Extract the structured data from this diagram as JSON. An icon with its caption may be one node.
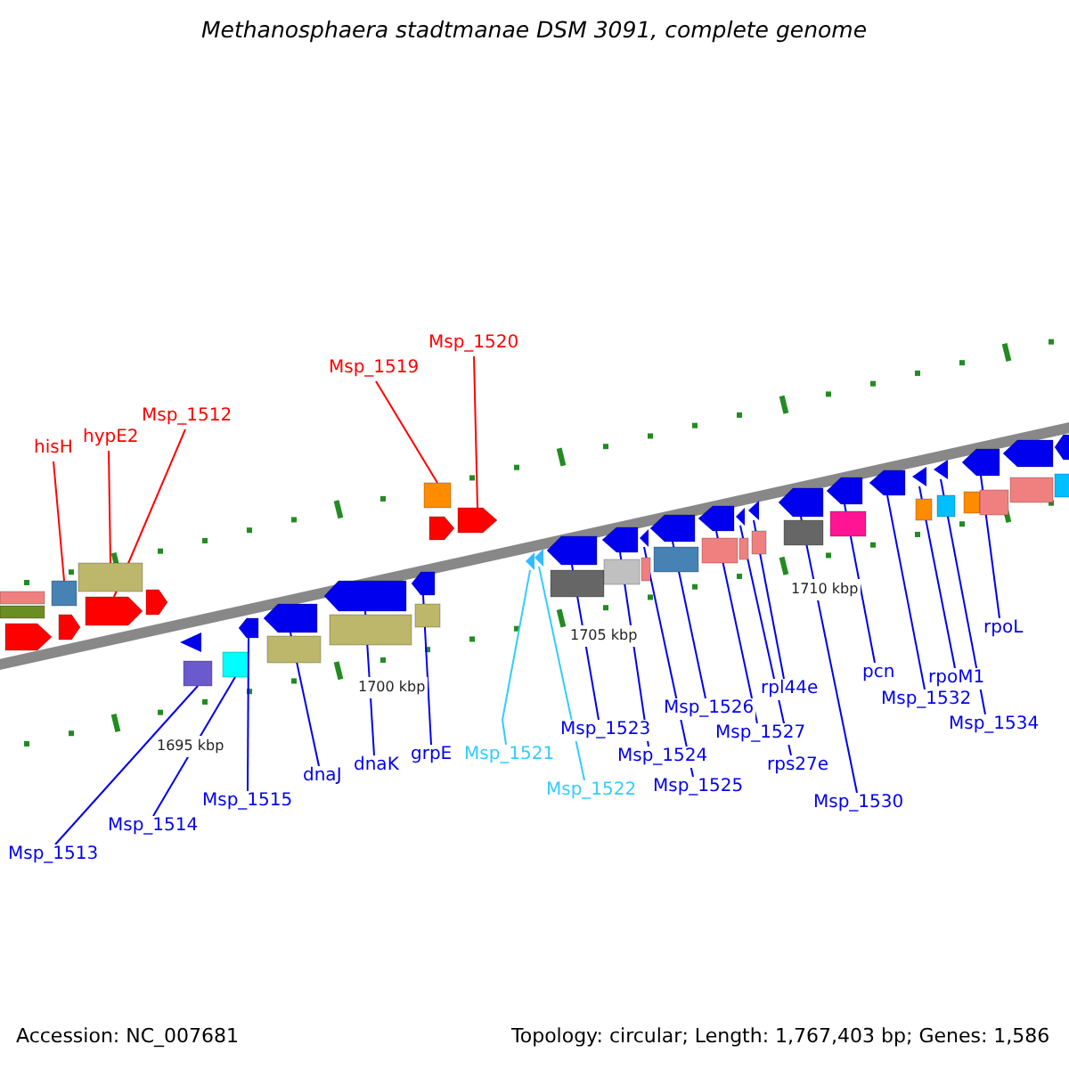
{
  "diagram": {
    "title": "Methanosphaera stadtmanae DSM 3091, complete genome",
    "nodes": [
      {
        "text": [
          "hisH"
        ]
      },
      {
        "text": [
          "hypE2"
        ]
      },
      {
        "text": [
          "Msp_1512"
        ]
      },
      {
        "text": [
          "Msp_1519"
        ]
      },
      {
        "text": [
          "Msp_1520"
        ]
      },
      {
        "text": [
          "Msp_1513"
        ]
      },
      {
        "text": [
          "Msp_1514"
        ]
      },
      {
        "text": [
          "Msp_1515"
        ]
      },
      {
        "text": [
          "dnaJ"
        ]
      },
      {
        "text": [
          "dnaK"
        ]
      },
      {
        "text": [
          "grpE"
        ]
      },
      {
        "text": [
          "Msp_1521"
        ]
      },
      {
        "text": [
          "Msp_1522"
        ]
      },
      {
        "text": [
          "Msp_1523"
        ]
      },
      {
        "text": [
          "Msp_1524"
        ]
      },
      {
        "text": [
          "Msp_1525"
        ]
      },
      {
        "text": [
          "Msp_1526"
        ]
      },
      {
        "text": [
          "Msp_1527"
        ]
      },
      {
        "text": [
          "rps27e"
        ]
      },
      {
        "text": [
          "rpl44e"
        ]
      },
      {
        "text": [
          "Msp_1530"
        ]
      },
      {
        "text": [
          "pcn"
        ]
      },
      {
        "text": [
          "Msp_1532"
        ]
      },
      {
        "text": [
          "rpoM1"
        ]
      },
      {
        "text": [
          "Msp_1534"
        ]
      },
      {
        "text": [
          "rpoL"
        ]
      },
      {
        "text": [],
        "shape": "box"
      },
      {
        "text": [],
        "shape": "box"
      },
      {
        "text": [],
        "shape": "arrow"
      },
      {
        "text": [],
        "shape": "box"
      },
      {
        "text": [],
        "shape": "arrow"
      },
      {
        "text": [],
        "shape": "box"
      },
      {
        "text": [],
        "shape": "arrow"
      },
      {
        "text": [],
        "shape": "arrow"
      },
      {
        "text": [],
        "shape": "triangle"
      },
      {
        "text": [],
        "shape": "box"
      },
      {
        "text": [],
        "shape": "box"
      },
      {
        "text": [],
        "shape": "arrow"
      },
      {
        "text": [],
        "shape": "arrow"
      },
      {
        "text": [],
        "shape": "box"
      },
      {
        "text": [],
        "shape": "arrow"
      },
      {
        "text": [],
        "shape": "box"
      },
      {
        "text": [],
        "shape": "arrow"
      },
      {
        "text": [],
        "shape": "box"
      },
      {
        "text": [],
        "shape": "box"
      },
      {
        "text": [],
        "shape": "arrow"
      },
      {
        "text": [],
        "shape": "arrow"
      },
      {
        "text": [],
        "shape": "triangle"
      },
      {
        "text": [],
        "shape": "triangle"
      },
      {
        "text": [],
        "shape": "arrow"
      },
      {
        "text": [],
        "shape": "box"
      },
      {
        "text": [],
        "shape": "arrow"
      },
      {
        "text": [],
        "shape": "box"
      },
      {
        "text": [],
        "shape": "triangle"
      },
      {
        "text": [],
        "shape": "box"
      },
      {
        "text": [],
        "shape": "arrow"
      },
      {
        "text": [],
        "shape": "box"
      },
      {
        "text": [],
        "shape": "arrow"
      },
      {
        "text": [],
        "shape": "box"
      },
      {
        "text": [],
        "shape": "triangle"
      },
      {
        "text": [],
        "shape": "box"
      },
      {
        "text": [],
        "shape": "triangle"
      },
      {
        "text": [],
        "shape": "box"
      },
      {
        "text": [],
        "shape": "arrow"
      },
      {
        "text": [],
        "shape": "box"
      },
      {
        "text": [],
        "shape": "arrow"
      },
      {
        "text": [],
        "shape": "box"
      },
      {
        "text": [],
        "shape": "arrow"
      },
      {
        "text": [],
        "shape": "triangle"
      },
      {
        "text": [],
        "shape": "box"
      },
      {
        "text": [],
        "shape": "triangle"
      },
      {
        "text": [],
        "shape": "box"
      },
      {
        "text": [],
        "shape": "arrow"
      },
      {
        "text": [],
        "shape": "box"
      },
      {
        "text": [],
        "shape": "box"
      },
      {
        "text": [],
        "shape": "arrow"
      },
      {
        "text": [],
        "shape": "box"
      },
      {
        "text": [],
        "shape": "box"
      },
      {
        "text": [],
        "shape": "arrow"
      }
    ],
    "edges": [
      {
        "from": 0,
        "to": 29,
        "arrow": "none",
        "color": "#ff0000"
      },
      {
        "from": 1,
        "to": 31,
        "arrow": "none",
        "color": "#ff0000"
      },
      {
        "from": 2,
        "to": 32,
        "arrow": "none",
        "color": "#ff0000"
      },
      {
        "from": 3,
        "to": 44,
        "arrow": "none",
        "color": "#ff0000"
      },
      {
        "from": 4,
        "to": 46,
        "arrow": "none",
        "color": "#ff0000"
      },
      {
        "from": 5,
        "to": 35,
        "arrow": "none"
      },
      {
        "from": 6,
        "to": 36,
        "arrow": "none"
      },
      {
        "from": 7,
        "to": 37,
        "arrow": "none"
      },
      {
        "from": 8,
        "to": 38,
        "arrow": "none"
      },
      {
        "from": 9,
        "to": 40,
        "arrow": "none"
      },
      {
        "from": 10,
        "to": 42,
        "arrow": "none"
      },
      {
        "from": 11,
        "to": 47,
        "arrow": "none",
        "color": "#33ccff"
      },
      {
        "from": 12,
        "to": 48,
        "arrow": "none",
        "color": "#33ccff"
      },
      {
        "from": 13,
        "to": 49,
        "arrow": "none"
      },
      {
        "from": 14,
        "to": 51,
        "arrow": "none"
      },
      {
        "from": 15,
        "to": 53,
        "arrow": "none"
      },
      {
        "from": 16,
        "to": 55,
        "arrow": "none"
      },
      {
        "from": 17,
        "to": 57,
        "arrow": "none"
      },
      {
        "from": 18,
        "to": 59,
        "arrow": "none"
      },
      {
        "from": 19,
        "to": 61,
        "arrow": "none"
      },
      {
        "from": 20,
        "to": 63,
        "arrow": "none"
      },
      {
        "from": 21,
        "to": 65,
        "arrow": "none"
      },
      {
        "from": 22,
        "to": 67,
        "arrow": "none"
      },
      {
        "from": 23,
        "to": 68,
        "arrow": "none"
      },
      {
        "from": 24,
        "to": 70,
        "arrow": "none"
      },
      {
        "from": 25,
        "to": 72,
        "arrow": "none"
      }
    ],
    "labels": [
      "1695 kbp",
      "1700 kbp",
      "1705 kbp",
      "1710 kbp",
      "Accession: NC_007681",
      "Topology: circular; Length: 1,767,403 bp; Genes: 1,586"
    ]
  }
}
